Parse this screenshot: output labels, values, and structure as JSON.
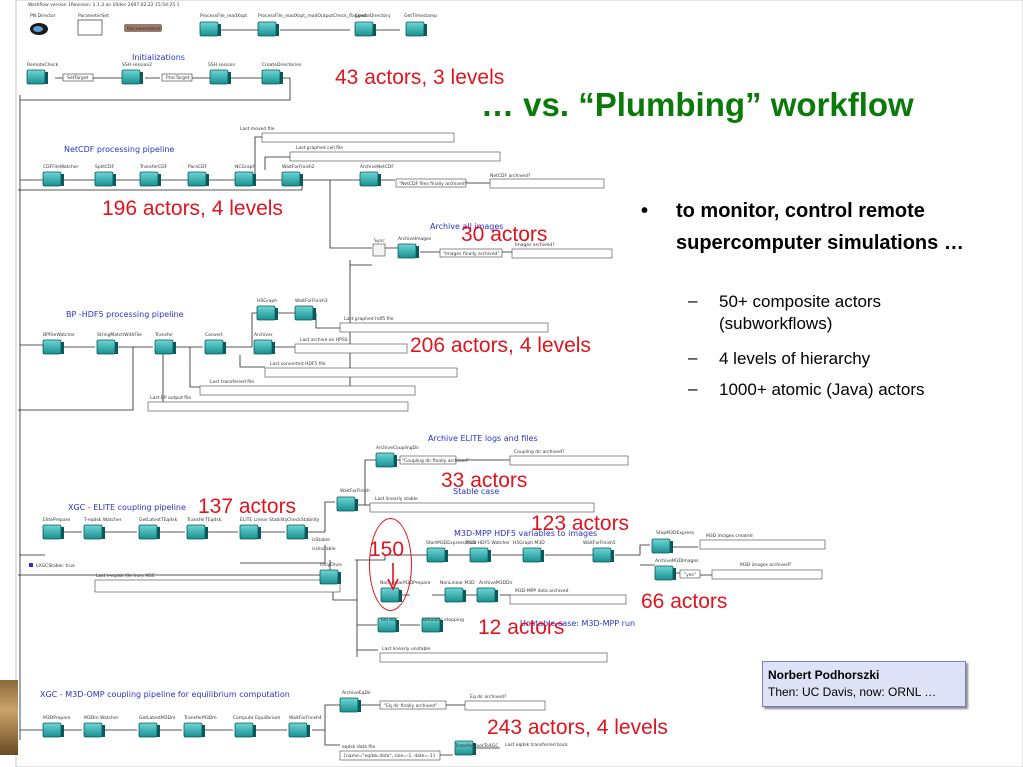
{
  "window": {
    "title_bar": "Workflow version 1Revision: 1.1.3 on 10dec 2007.02.22 15:54:25 1"
  },
  "slide": {
    "title": "… vs. “Plumbing” workflow",
    "bullet": "to monitor, control remote supercomputer simulations …",
    "subbullets": [
      "50+ composite actors (subworkflows)",
      "4 levels of hierarchy",
      "1000+ atomic (Java) actors"
    ],
    "credit_name": "Norbert Podhorszki",
    "credit_affil": "Then: UC Davis, now: ORNL …"
  },
  "annotations": {
    "a1": "43 actors, 3 levels",
    "a2": "196 actors, 4 levels",
    "a3": "30 actors",
    "a4": "206 actors, 4 levels",
    "a5": "33 actors",
    "a6": "137 actors",
    "a7": "123 actors",
    "a8": "150",
    "a9": "66 actors",
    "a10": "12 actors",
    "a11": "243 actors, 4 levels"
  },
  "sections": {
    "init": "Initializations",
    "netcdf": "NetCDF processing pipeline",
    "archive_images": "Archive all images",
    "bp": "BP -HDF5 processing pipeline",
    "elite_logs": "Archive ELITE logs and files",
    "xgc": "XGC - ELITE coupling pipeline",
    "stable": "Stable case",
    "m3d": "M3D-MPP HDF5 variables to images",
    "unstable": "Unstable case: M3D-MPP run",
    "omp": "XGC - M3D-OMP coupling pipeline for equilibrium computation"
  },
  "top_actors": {
    "director": "PN Director",
    "param": "ParameterSet",
    "doc": "Documentation",
    "t1": "ProcessFile_readXspt",
    "t2": "ProcessFile_readXspt_readOutputCheck_flagged",
    "t3": "CreateDirectory",
    "t4": "GetTimestamp"
  },
  "init_actors": {
    "remote_check": "RemoteCheck",
    "set_target": "SetTarget",
    "ssh1": "SSH session2",
    "proc_target": "ProcTarget",
    "ssh2": "SSH session",
    "create_dirs": "CreateDirectories"
  },
  "netcdf_actors": {
    "n1": "CDFFileWatcher",
    "n2": "SplitCDF",
    "n3": "TransferCDF",
    "n4": "ParaCDF",
    "n5": "NCGraph",
    "n6": "WaitForFinish2",
    "n7": "ArchiveNetCDF",
    "last_moved": "Last moved file",
    "last_graphed": "Last graphed cell file",
    "finally": "\"NetCDF files finally archived\"",
    "archived": "NetCDF archived?"
  },
  "archive_actors": {
    "sync": "Sync",
    "arch": "ArchiveImages",
    "finally": "\"Images finally archived\"",
    "q": "Images archived?"
  },
  "bp_actors": {
    "b1": "BPFileWatcher",
    "b2": "StringMatchWithFile",
    "b3": "Transfer",
    "b4": "Convert",
    "b5": "Archiver",
    "hg": "HSGraph",
    "wf": "WaitForFinish3",
    "lg": "Last graphed hdf5 file",
    "la": "Last archive on HPSS",
    "lc": "Last converted HDF5 file",
    "lt": "Last transferred file",
    "lbp": "Last BP output file"
  },
  "elite_actors": {
    "acd": "ArchiveCouplingDir",
    "fin": "\"Coupling dir finally archived\"",
    "q": "Coupling dir archived?"
  },
  "xgc_actors": {
    "x1": "ElitePrepare",
    "x2": "T-eqdsk Watcher",
    "x3": "GetLatestTEqdsk",
    "x4": "TransferTEqdsk",
    "x5": "ELITE Linear Stability",
    "x6": "CheckStability",
    "wff": "WaitForFinish",
    "lls": "Last linearly stable",
    "side": "kXGCStable: true",
    "last_teq": "Last t-eqdsk file from XGC",
    "only": "OnlyOnce",
    "stable_s": "isStable",
    "unstable_s": "isUnstable"
  },
  "m3d_actors": {
    "s1": "StartM3DExpressOnce",
    "s2": "M3D HDF5 Watcher",
    "s3": "H5Graph M3D",
    "s4": "WaitForFinish5",
    "stop": "StopM3DExpress",
    "created": "M3D images created",
    "arch": "ArchiveM3DImages",
    "yes": "\"yes\"",
    "q": "M3D images archived?",
    "nl1": "NonLinearM3DPrepare",
    "nl2": "NonLinear M3D",
    "nl3": "ArchiveM3DDir",
    "mad": "M3D-MPP data archived",
    "kx": "Kill XGC",
    "sim": "Simulatic stopping",
    "lu": "Last linearly unstable"
  },
  "omp_actors": {
    "o1": "M3DPrepare",
    "o2": "M3Dm Watcher",
    "o3": "GetLatestM3Dm",
    "o4": "TransferM3Dm",
    "o5": "Compute Equilibrium",
    "o6": "WaitForFinish4",
    "aed": "ArchiveEqDir",
    "fin": "\"Eq dir finally archived\"",
    "q": "Eq dir archived?",
    "eq": "eqdsk data file",
    "rec": "{name=\"eqdsk.data\", size=-1, date=-1}",
    "teb": "TransferBackToXGC",
    "lbk": "Last eqdsk transferred back"
  }
}
